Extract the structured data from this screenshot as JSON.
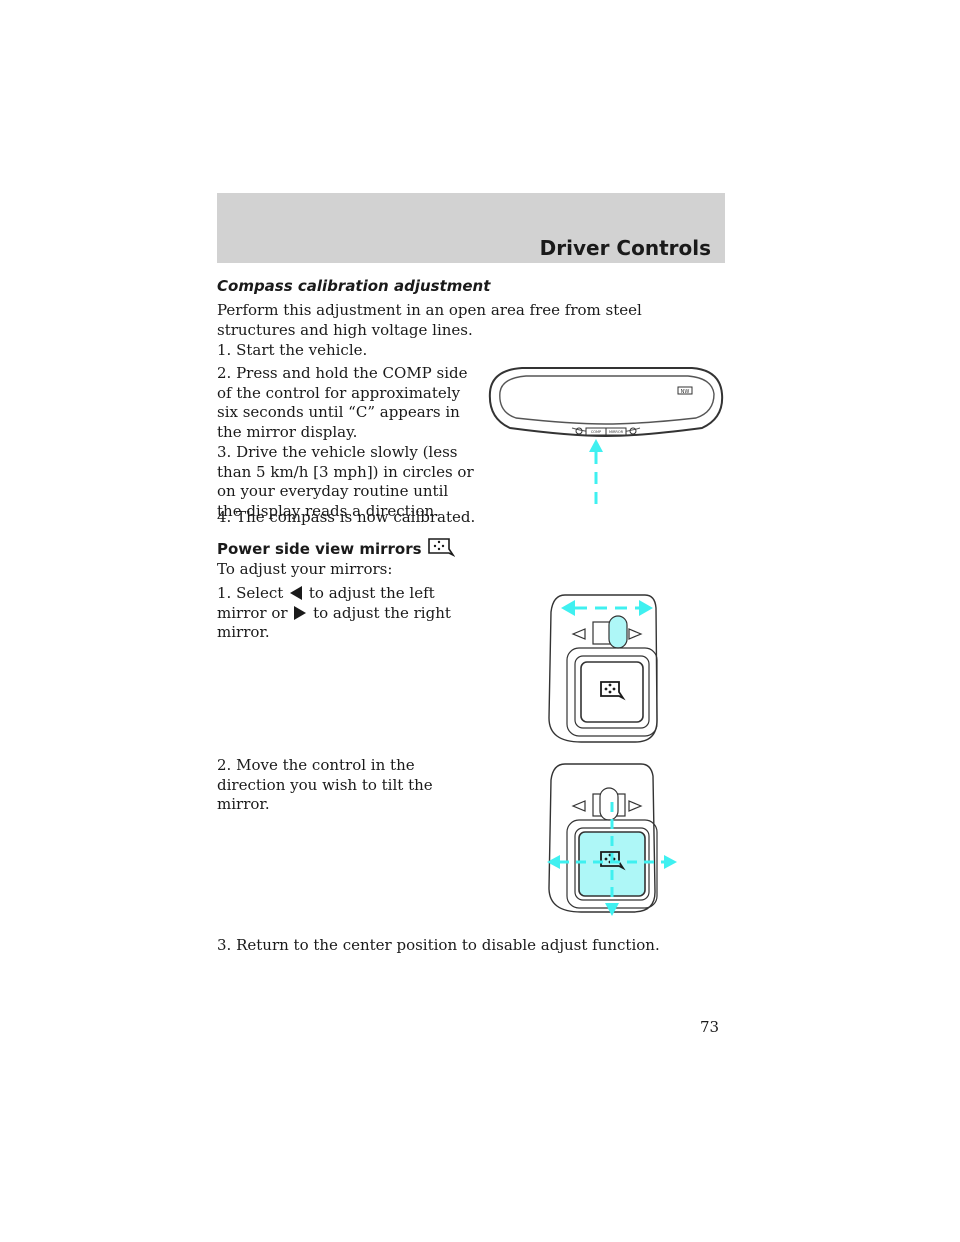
{
  "header": {
    "title": "Driver Controls"
  },
  "compass": {
    "heading": "Compass calibration adjustment",
    "intro": "Perform this adjustment in an open area free from steel structures and high voltage lines.",
    "step1": "1. Start the vehicle.",
    "step2": "2. Press and hold the COMP side of the control for approximately six seconds until “C” appears in the mirror display.",
    "step3": "3. Drive the vehicle slowly (less than 5 km/h [3 mph]) in circles or on your everyday routine until the display reads a direction.",
    "step4": "4. The compass is now calibrated.",
    "mirror_display": "NW",
    "button_labels": [
      "COMP",
      "MIRROR"
    ]
  },
  "power_mirrors": {
    "heading": "Power side view mirrors",
    "intro": "To adjust your mirrors:",
    "step1_a": "1. Select",
    "step1_b": "to adjust the left mirror or",
    "step1_c": "to adjust the right mirror.",
    "step2": "2. Move the control in the direction you wish to tilt the mirror.",
    "step3": "3. Return to the center position to disable adjust function."
  },
  "colors": {
    "arrow": "#3ff0f0",
    "highlight": "#aef7f7",
    "header_band": "#d2d2d2"
  },
  "icons": [
    "mirror-adjust-icon",
    "left-triangle-icon",
    "right-triangle-icon"
  ],
  "page_number": "73"
}
